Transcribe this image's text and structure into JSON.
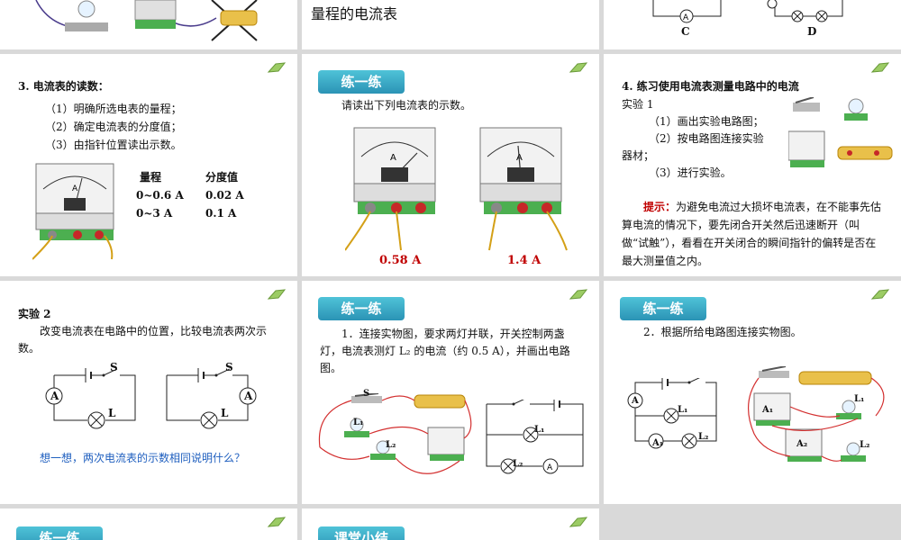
{
  "s1": {},
  "s2": {
    "heading_line2": "量程的电流表"
  },
  "s3": {
    "label_c": "C",
    "label_d": "D"
  },
  "s4": {
    "title": "3.   电流表的读数：",
    "step1": "（1）明确所选电表的量程；",
    "step2": "（2）确定电流表的分度值；",
    "step3": "（3）由指针位置读出示数。",
    "col_range": "量程",
    "col_div": "分度值",
    "row1_range": "0~0.6 A",
    "row1_div": "0.02 A",
    "row2_range": "0~3 A",
    "row2_div": "0.1 A"
  },
  "s5": {
    "tag": "练一练",
    "prompt": "请读出下列电流表的示数。",
    "reading1": "0.58 A",
    "reading2": "1.4 A"
  },
  "s6": {
    "title": "4.  练习使用电流表测量电路中的电流",
    "exp": "实验 1",
    "step1": "（1）画出实验电路图；",
    "step2": "（2）按电路图连接实验",
    "step2b": "器材；",
    "step3": "（3）进行实验。",
    "hint_label": "提示：",
    "hint_text": "为避免电流过大损坏电流表，在不能事先估算电流的情况下，要先闭合开关然后迅速断开（叫做“试触”），看看在开关闭合的瞬间指针的偏转是否在最大测量值之内。"
  },
  "s7": {
    "exp": "实验 2",
    "desc": "改变电流表在电路中的位置，比较电流表两次示数。",
    "label_s": "S",
    "label_l": "L",
    "label_a": "A",
    "question": "想一想，两次电流表的示数相同说明什么？"
  },
  "s8": {
    "tag": "练一练",
    "desc": "1．连接实物图，要求两灯并联，开关控制两盏灯，电流表测灯 L₂ 的电流（约 0.5 A），并画出电路图。",
    "label_s": "S",
    "label_l1": "L₁",
    "label_l2": "L₂"
  },
  "s9": {
    "tag": "练一练",
    "desc": "2．根据所给电路图连接实物图。",
    "label_a": "A",
    "label_a1": "A₁",
    "label_a2": "A₂",
    "label_l1": "L₁",
    "label_l2": "L₂"
  },
  "s10": {
    "tag": "练一练"
  },
  "s11": {
    "tag": "课堂小结"
  }
}
